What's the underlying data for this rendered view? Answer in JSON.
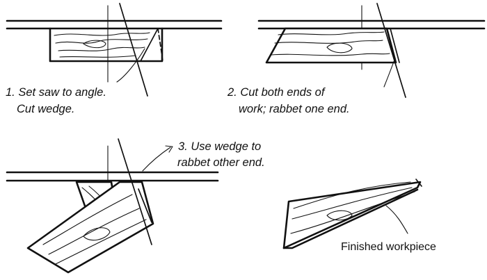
{
  "steps": [
    {
      "line1": "1. Set saw to angle.",
      "line2": "Cut wedge."
    },
    {
      "line1": "2. Cut both ends of",
      "line2": "work; rabbet one end."
    },
    {
      "line1": "3. Use wedge to",
      "line2": "rabbet other end."
    }
  ],
  "finished_label": "Finished workpiece"
}
